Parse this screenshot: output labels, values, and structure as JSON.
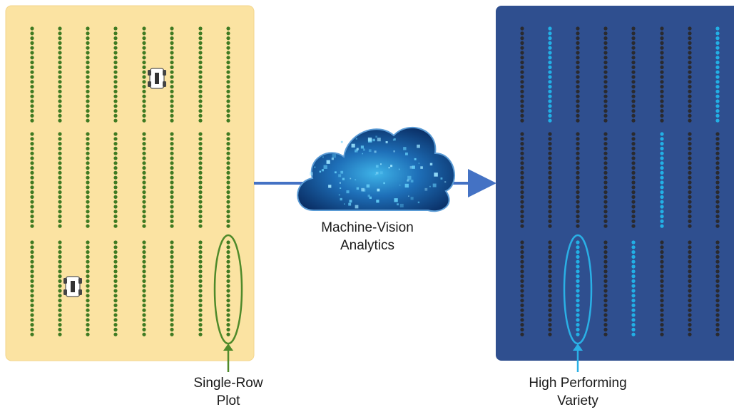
{
  "field": {
    "plot_color": "#3f7a22",
    "background": "#fbe3a2",
    "blocks": 3,
    "rows_per_block": 8
  },
  "results": {
    "background": "#2f4f8f",
    "low_color": "#2a2a2e",
    "high_color": "#22b0e6",
    "high_performing": [
      {
        "block": 0,
        "row": 1
      },
      {
        "block": 0,
        "row": 7
      },
      {
        "block": 1,
        "row": 5
      },
      {
        "block": 2,
        "row": 2
      },
      {
        "block": 2,
        "row": 4
      }
    ]
  },
  "cloud": {
    "label_line1": "Machine-Vision",
    "label_line2": "Analytics"
  },
  "annotations": {
    "single_row_line1": "Single-Row",
    "single_row_line2": "Plot",
    "high_perf_line1": "High Performing",
    "high_perf_line2": "Variety",
    "plot_color": "#4f8a2a",
    "variety_color": "#2ab0e6"
  },
  "arrow_color": "#4472c4"
}
